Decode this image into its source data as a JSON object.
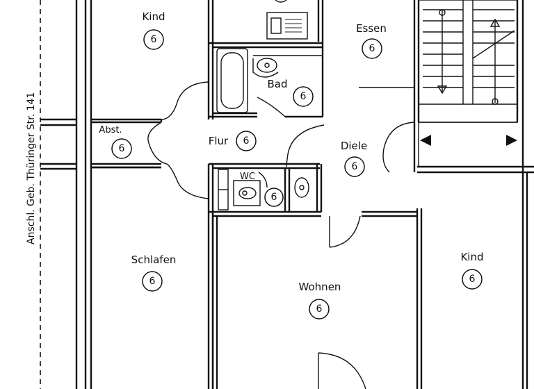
{
  "rooms": [
    {
      "id": "kind-top",
      "name": "Kind",
      "number": "6"
    },
    {
      "id": "essen",
      "name": "Essen",
      "number": "6"
    },
    {
      "id": "bad",
      "name": "Bad",
      "number": "6"
    },
    {
      "id": "abst",
      "name": "Abst.",
      "number": "6"
    },
    {
      "id": "flur",
      "name": "Flur",
      "number": "6"
    },
    {
      "id": "diele",
      "name": "Diele",
      "number": "6"
    },
    {
      "id": "wc",
      "name": "WC",
      "number": "6"
    },
    {
      "id": "schlafen",
      "name": "Schlafen",
      "number": "6"
    },
    {
      "id": "wohnen",
      "name": "Wohnen",
      "number": "6"
    },
    {
      "id": "kind-right",
      "name": "Kind",
      "number": "6"
    }
  ],
  "side_label": "Anschl. Geb. Thüringer Str. 141"
}
